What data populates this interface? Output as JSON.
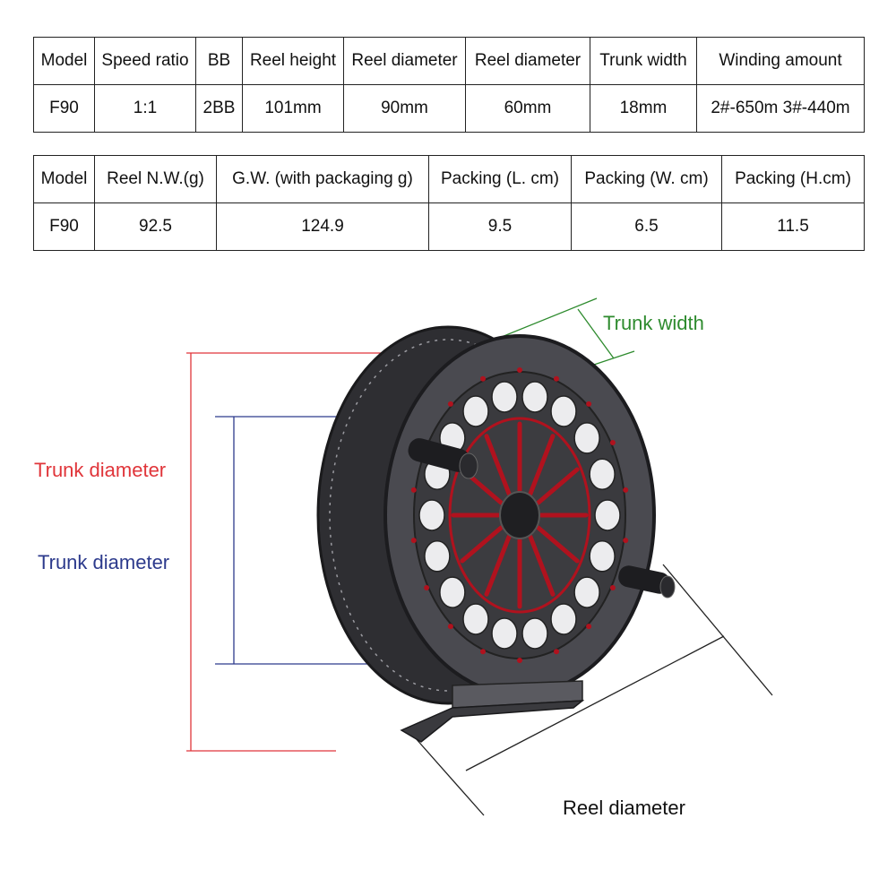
{
  "table1": {
    "headers": [
      "Model",
      "Speed ratio",
      "BB",
      "Reel height",
      "Reel diameter",
      "Reel diameter",
      "Trunk width",
      "Winding amount"
    ],
    "row": [
      "F90",
      "1:1",
      "2BB",
      "101mm",
      "90mm",
      "60mm",
      "18mm",
      "2#-650m 3#-440m"
    ]
  },
  "table2": {
    "headers": [
      "Model",
      "Reel N.W.(g)",
      "G.W. (with packaging g)",
      "Packing (L. cm)",
      "Packing (W. cm)",
      "Packing (H.cm)"
    ],
    "row": [
      "F90",
      "92.5",
      "124.9",
      "9.5",
      "6.5",
      "11.5"
    ]
  },
  "diagram": {
    "label_trunk_diameter_outer": "Trunk diameter",
    "label_trunk_diameter_inner": "Trunk diameter",
    "label_trunk_width": "Trunk width",
    "label_reel_diameter": "Reel diameter",
    "colors": {
      "red": "#e0353a",
      "blue": "#2c3a8c",
      "green": "#2e8b2e",
      "reel_body": "#3a3a3e",
      "reel_accent": "#b0121e"
    }
  }
}
